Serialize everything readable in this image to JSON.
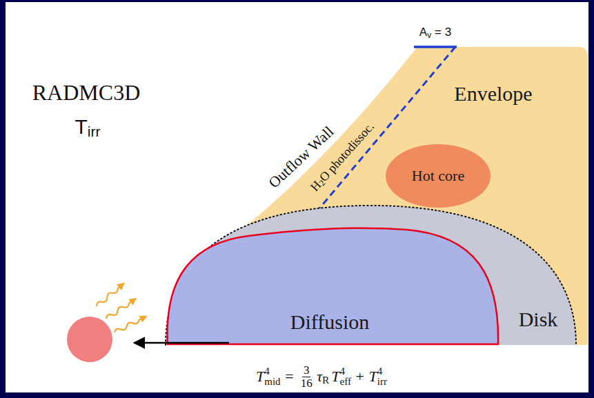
{
  "diagram": {
    "nodes": [
      {
        "text": [
          "Envelope"
        ]
      },
      {
        "text": [
          "Hot core"
        ],
        "in": 0
      },
      {
        "text": [
          "Disk"
        ]
      },
      {
        "text": [
          "Diffusion"
        ],
        "in": 2
      }
    ],
    "labels": [
      "RADMC3D",
      "T",
      "irr",
      "A",
      "v",
      "= 3",
      "Outflow Wall",
      "H",
      "2",
      "O photodissoc.",
      "T",
      "4",
      "mid",
      "=",
      "3",
      "16",
      "τ",
      "R",
      "T",
      "4",
      "eff",
      "+",
      "T",
      "4",
      "irr"
    ]
  }
}
